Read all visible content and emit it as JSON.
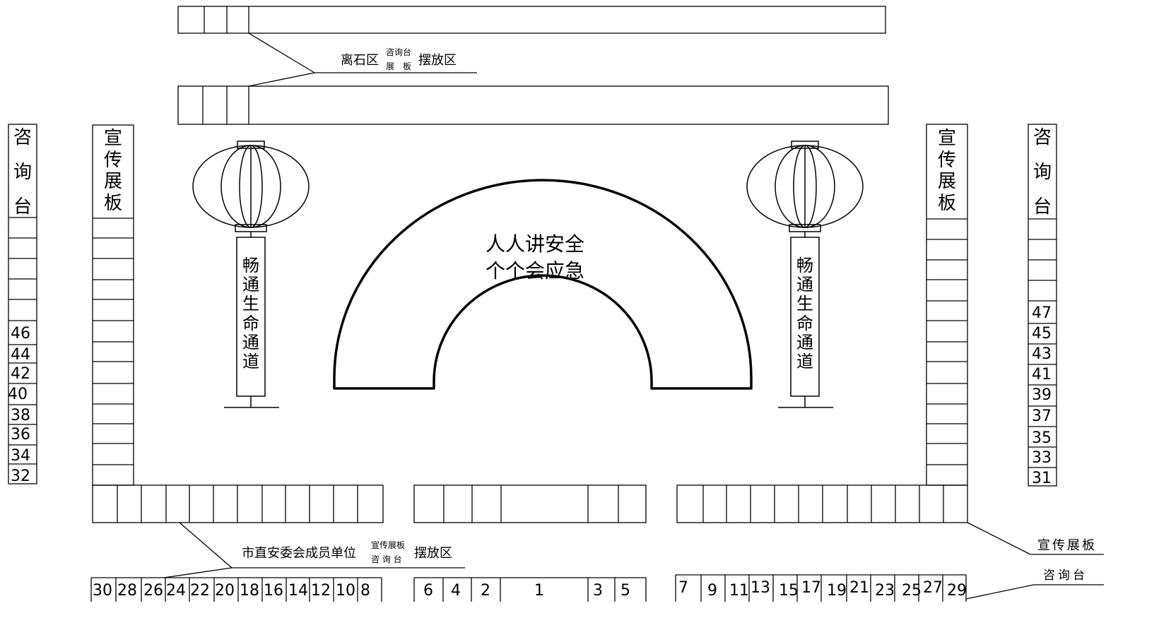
{
  "top_zone": {
    "name": "离石区",
    "small_top": "咨询台",
    "small_bottom": "展　板",
    "suffix": "摆放区"
  },
  "bottom_zone": {
    "name": "市直安委会成员单位",
    "small_top": "宣传展板",
    "small_bottom": "咨 询 台",
    "suffix": "摆放区"
  },
  "right_labels": {
    "board": "宣传展板",
    "desk": "咨询台"
  },
  "side_desk_title": [
    "咨",
    "询",
    "台"
  ],
  "side_board_title": [
    "宣",
    "传",
    "展",
    "板"
  ],
  "lantern_banner": [
    "畅",
    "通",
    "生",
    "命",
    "通",
    "道"
  ],
  "arch_slogan": {
    "line1": "人人讲安全",
    "line2": "个个会应急"
  },
  "left_desk_numbers": [
    "46",
    "44",
    "42",
    "40",
    "38",
    "36",
    "34",
    "32"
  ],
  "right_desk_numbers": [
    "47",
    "45",
    "43",
    "41",
    "39",
    "37",
    "35",
    "33",
    "31"
  ],
  "bottom_left_numbers": [
    "30",
    "28",
    "26",
    "24",
    "22",
    "20",
    "18",
    "16",
    "14",
    "12",
    "10",
    "8"
  ],
  "bottom_center_numbers": [
    "6",
    "4",
    "2",
    "1",
    "3",
    "5"
  ],
  "bottom_right_numbers": [
    "7",
    "9",
    "11",
    "13",
    "15",
    "17",
    "19",
    "21",
    "23",
    "25",
    "27",
    "29"
  ]
}
